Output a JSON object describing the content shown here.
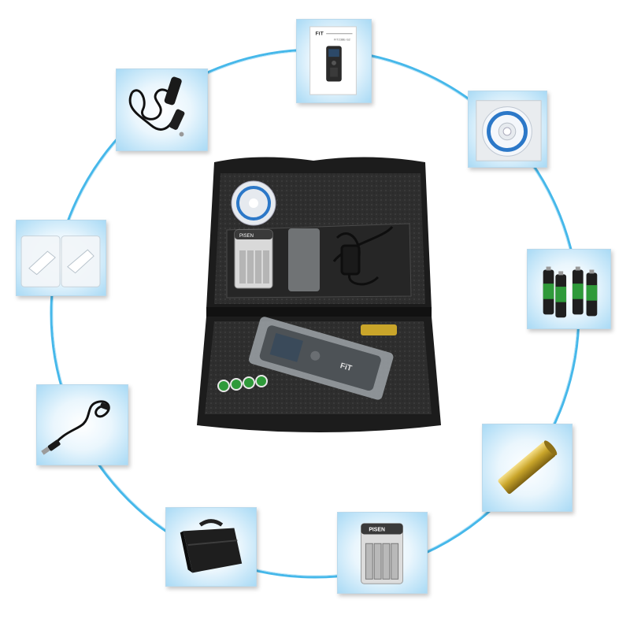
{
  "colors": {
    "ring": "#46b8ea",
    "tile_edge": "#a9daf5",
    "case_body": "#1c1c1c",
    "foam": "#2e2e2e",
    "brass": "#c9a52a",
    "battery_green": "#2f9a3a"
  },
  "manual": {
    "brand": "FiT",
    "model": "FiT238E-S2"
  },
  "charger": {
    "brand": "PISEN"
  },
  "device": {
    "brand": "FiT"
  },
  "accessories": [
    {
      "icon": "user-manual-icon"
    },
    {
      "icon": "software-cd-icon"
    },
    {
      "icon": "aa-batteries-icon"
    },
    {
      "icon": "brass-tube-icon"
    },
    {
      "icon": "battery-charger-icon"
    },
    {
      "icon": "carry-case-icon"
    },
    {
      "icon": "usb-cable-icon"
    },
    {
      "icon": "mouthpieces-icon"
    },
    {
      "icon": "car-charger-icon"
    }
  ]
}
